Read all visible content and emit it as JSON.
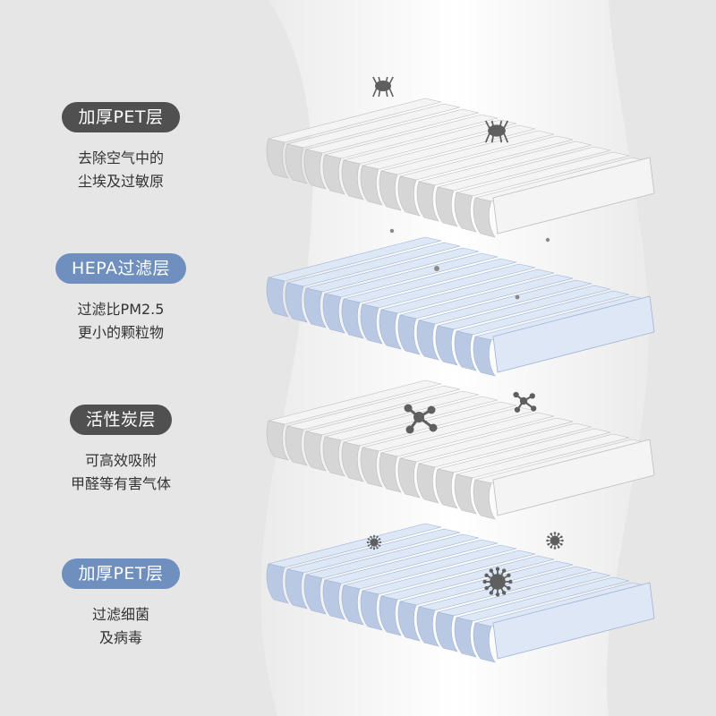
{
  "colors": {
    "pill_dark": "#505050",
    "pill_blue": "#6f8fbf",
    "filter_grey": "#eeeeee",
    "filter_blue": "#cbd8ee",
    "particle": "#5f5f5f"
  },
  "layers": [
    {
      "id": "pet-top",
      "title": "加厚PET层",
      "style": "grey",
      "desc": [
        "去除空气中的",
        "尘埃及过敏原"
      ],
      "particles": "mite-icon"
    },
    {
      "id": "hepa",
      "title": "HEPA过滤层",
      "style": "blue",
      "desc": [
        "过滤比PM2.5",
        "更小的颗粒物"
      ],
      "particles": "dust-dot-icon"
    },
    {
      "id": "carbon",
      "title": "活性炭层",
      "style": "grey",
      "desc": [
        "可高效吸附",
        "甲醛等有害气体"
      ],
      "particles": "molecule-icon"
    },
    {
      "id": "pet-bottom",
      "title": "加厚PET层",
      "style": "blue",
      "desc": [
        "过滤细菌",
        "及病毒"
      ],
      "particles": "virus-icon"
    }
  ]
}
